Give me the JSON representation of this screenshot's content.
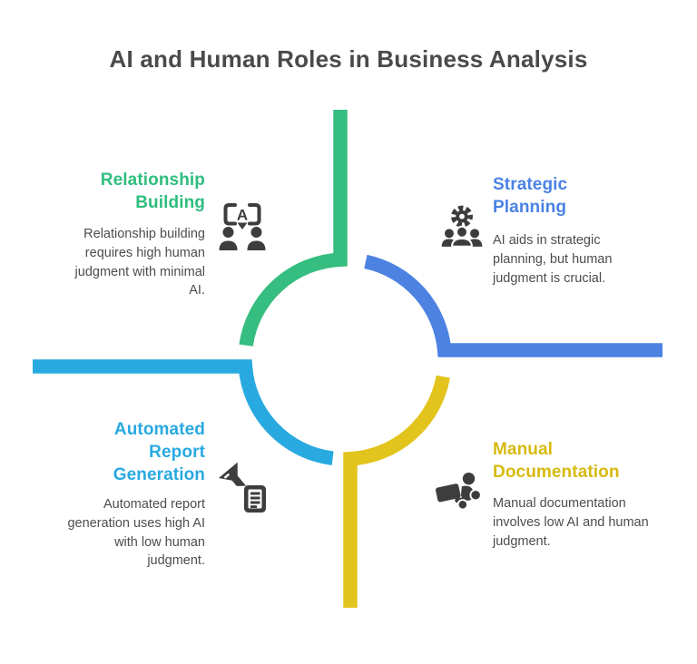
{
  "title": {
    "text": "AI and Human Roles in Business Analysis",
    "color": "#4a4a4a"
  },
  "colors": {
    "background": "#ffffff",
    "body_text": "#4d4d4d",
    "icon_ink": "#3d3d3d",
    "ring": {
      "top_left_green": "#36bd80",
      "top_right_blue": "#4d82e2",
      "bottom_left_cyan": "#28a9e0",
      "bottom_right_yellow": "#e2c41d"
    }
  },
  "quadrants": [
    {
      "id": "relationship-building",
      "title": "Relationship Building",
      "description": "Relationship building requires high human judgment with minimal AI.",
      "accent": "#2fbd7e",
      "icon": "people-conversation-icon"
    },
    {
      "id": "strategic-planning",
      "title": "Strategic Planning",
      "description": "AI aids in strategic planning, but human judgment is crucial.",
      "accent": "#4a82e4",
      "icon": "gear-team-icon"
    },
    {
      "id": "automated-report-generation",
      "title": "Automated Report Generation",
      "description": "Automated report generation uses high AI with low human judgment.",
      "accent": "#29a9e1",
      "icon": "funnel-document-icon"
    },
    {
      "id": "manual-documentation",
      "title": "Manual Documentation",
      "description": "Manual documentation involves low AI and human judgment.",
      "accent": "#d6ba10",
      "icon": "person-laptop-icon"
    }
  ]
}
